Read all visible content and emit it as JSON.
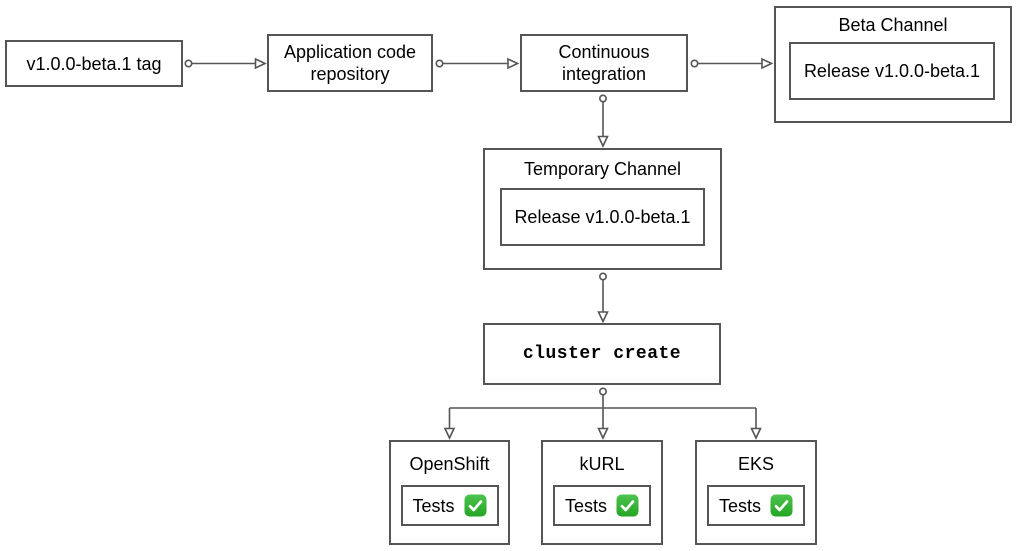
{
  "diagram": {
    "type": "flowchart",
    "colors": {
      "background": "#ffffff",
      "stroke": "#555555",
      "text": "#000000",
      "check_green_top": "#4ec44e",
      "check_green_bottom": "#23a523",
      "check_mark": "#ffffff"
    },
    "nodes": {
      "tag": {
        "label": "v1.0.0-beta.1 tag"
      },
      "repo": {
        "lines": [
          "Application code",
          "repository"
        ]
      },
      "ci": {
        "lines": [
          "Continuous",
          "integration"
        ]
      },
      "beta_channel": {
        "title": "Beta Channel",
        "release": {
          "label": "Release v1.0.0-beta.1"
        }
      },
      "temporary_channel": {
        "title": "Temporary Channel",
        "release": {
          "label": "Release v1.0.0-beta.1"
        }
      },
      "cluster_create": {
        "label": "cluster create"
      },
      "openshift": {
        "title": "OpenShift",
        "tests_label": "Tests",
        "status_icon": "check-mark-button"
      },
      "kurl": {
        "title": "kURL",
        "tests_label": "Tests",
        "status_icon": "check-mark-button"
      },
      "eks": {
        "title": "EKS",
        "tests_label": "Tests",
        "status_icon": "check-mark-button"
      }
    },
    "edges": [
      {
        "from": "tag",
        "to": "repo"
      },
      {
        "from": "repo",
        "to": "ci"
      },
      {
        "from": "ci",
        "to": "beta_channel"
      },
      {
        "from": "ci",
        "to": "temporary_channel"
      },
      {
        "from": "temporary_channel",
        "to": "cluster_create"
      },
      {
        "from": "cluster_create",
        "to": "openshift"
      },
      {
        "from": "cluster_create",
        "to": "kurl"
      },
      {
        "from": "cluster_create",
        "to": "eks"
      }
    ]
  }
}
